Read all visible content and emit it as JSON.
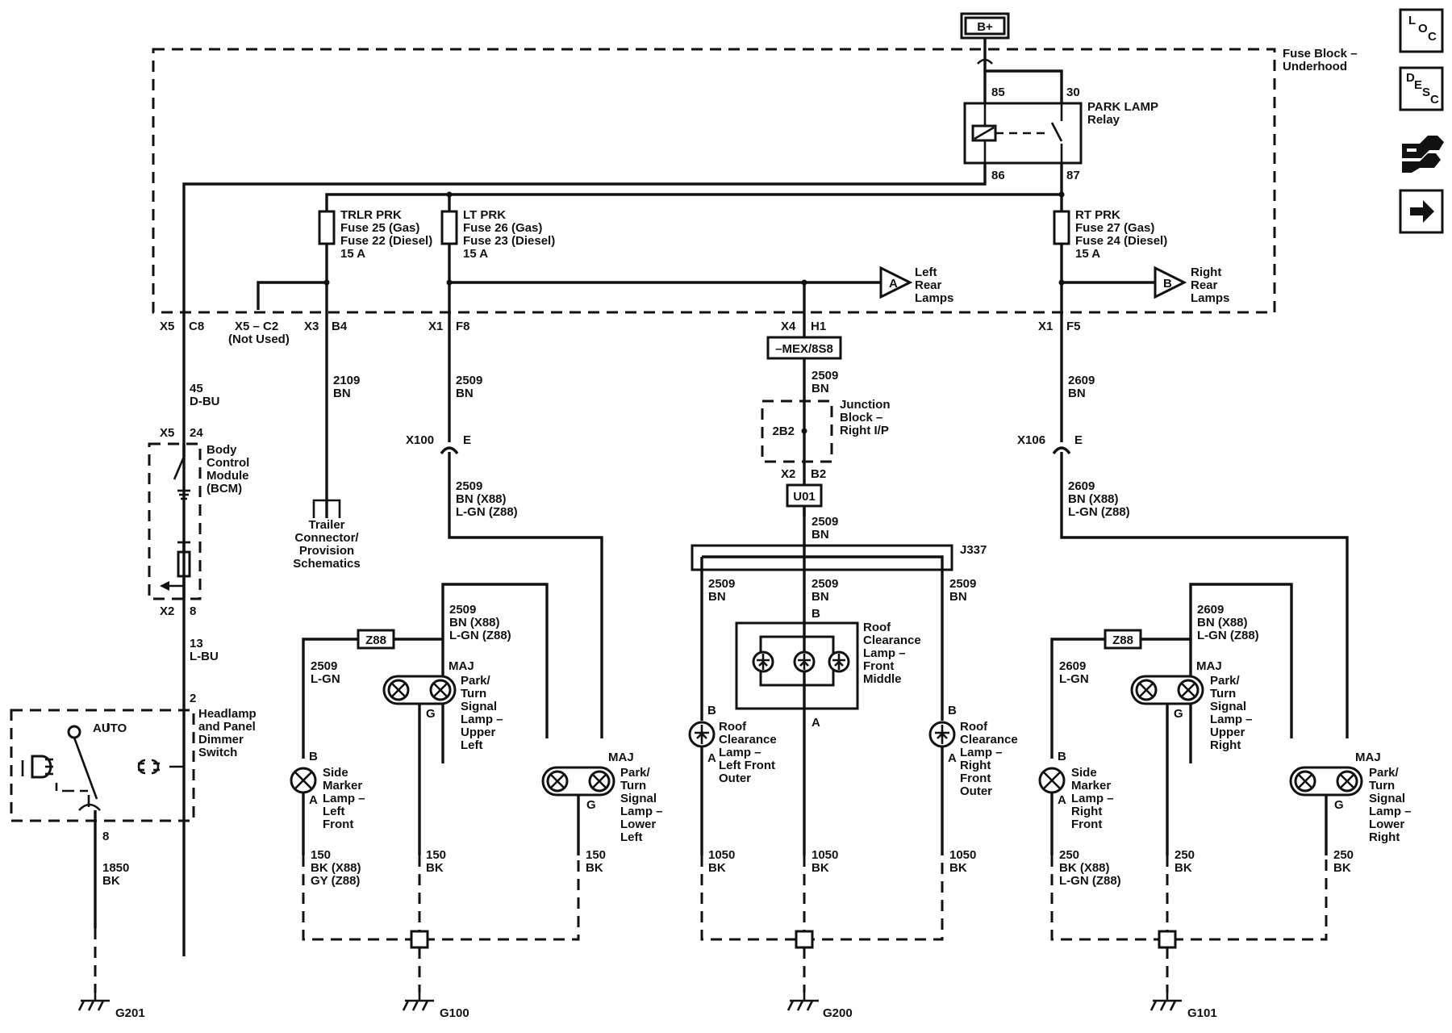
{
  "power": "B+",
  "fuse_block": {
    "label_line1": "Fuse Block –",
    "label_line2": "Underhood"
  },
  "relay": {
    "line1": "PARK LAMP",
    "line2": "Relay",
    "pin85": "85",
    "pin30": "30",
    "pin86": "86",
    "pin87": "87"
  },
  "fuses": [
    {
      "name": "TRLR PRK",
      "l1": "Fuse 25 (Gas)",
      "l2": "Fuse 22 (Diesel)",
      "rating": "15 A"
    },
    {
      "name": "LT PRK",
      "l1": "Fuse 26 (Gas)",
      "l2": "Fuse 23 (Diesel)",
      "rating": "15 A"
    },
    {
      "name": "RT PRK",
      "l1": "Fuse 27 (Gas)",
      "l2": "Fuse 24 (Diesel)",
      "rating": "15 A"
    }
  ],
  "refs": {
    "left_letter": "A",
    "left_l1": "Left",
    "left_l2": "Rear",
    "left_l3": "Lamps",
    "right_letter": "B",
    "right_l1": "Right",
    "right_l2": "Rear",
    "right_l3": "Lamps"
  },
  "connectors": {
    "x5": "X5",
    "c8": "C8",
    "x5c2": "X5 – C2",
    "not_used": "(Not Used)",
    "x3": "X3",
    "b4": "B4",
    "x1a": "X1",
    "f8": "F8",
    "x4": "X4",
    "h1": "H1",
    "x1b": "X1",
    "f5": "F5",
    "x5b": "X5",
    "p24": "24",
    "x2": "X2",
    "p8": "8",
    "p2": "2",
    "p8b": "8",
    "x100": "X100",
    "e1": "E",
    "x106": "X106",
    "e2": "E",
    "x2b": "X2",
    "b2": "B2",
    "b2b": "2B2"
  },
  "option_box": "–MEX/8S8",
  "u01": "U01",
  "j337": "J337",
  "wires": {
    "w45": "45",
    "w45c": "D-BU",
    "w13": "13",
    "w13c": "L-BU",
    "w1850": "1850",
    "w1850c": "BK",
    "w2109": "2109",
    "w2109c": "BN",
    "w2509a": "2509",
    "w2509ac": "BN",
    "w2509b": "2509",
    "w2509bc1": "BN (X88)",
    "w2509bc2": "L-GN (Z88)",
    "w2509c": "2509",
    "w2509cc": "BN",
    "w2509d": "2509",
    "w2509dc": "BN",
    "w2509e": "2509",
    "w2509ec": "BN",
    "w2509f": "2509",
    "w2509fc": "BN",
    "w2509g": "2509",
    "w2509gc": "BN",
    "w2509h": "2509",
    "w2509hc1": "BN (X88)",
    "w2509hc2": "L-GN (Z88)",
    "w2509i": "2509",
    "w2509ic": "L-GN",
    "w2609a": "2609",
    "w2609ac": "BN",
    "w2609b": "2609",
    "w2609bc1": "BN (X88)",
    "w2609bc2": "L-GN (Z88)",
    "w2609c": "2609",
    "w2609cc1": "BN (X88)",
    "w2609cc2": "L-GN (Z88)",
    "w2609d": "2609",
    "w2609dc": "L-GN",
    "w150a": "150",
    "w150ac1": "BK (X88)",
    "w150ac2": "GY (Z88)",
    "w150b": "150",
    "w150bc": "BK",
    "w150c": "150",
    "w150cc": "BK",
    "w1050a": "1050",
    "w1050ac": "BK",
    "w1050b": "1050",
    "w1050bc": "BK",
    "w1050c": "1050",
    "w1050cc": "BK",
    "w250a": "250",
    "w250ac1": "BK (X88)",
    "w250ac2": "L-GN (Z88)",
    "w250b": "250",
    "w250bc": "BK",
    "w250c": "250",
    "w250cc": "BK"
  },
  "bcm": {
    "l1": "Body",
    "l2": "Control",
    "l3": "Module",
    "l4": "(BCM)"
  },
  "trailer": {
    "l1": "Trailer",
    "l2": "Connector/",
    "l3": "Provision",
    "l4": "Schematics"
  },
  "junction": {
    "l1": "Junction",
    "l2": "Block –",
    "l3": "Right I/P"
  },
  "headlamp_switch": {
    "l1": "Headlamp",
    "l2": "and Panel",
    "l3": "Dimmer",
    "l4": "Switch",
    "auto": "AUTO"
  },
  "z88": "Z88",
  "pins": {
    "maj": "MAJ",
    "g": "G",
    "a": "A",
    "b": "B"
  },
  "lamps": {
    "side_left": [
      "Side",
      "Marker",
      "Lamp –",
      "Left",
      "Front"
    ],
    "side_right": [
      "Side",
      "Marker",
      "Lamp –",
      "Right",
      "Front"
    ],
    "pt_ul": [
      "Park/",
      "Turn",
      "Signal",
      "Lamp –",
      "Upper",
      "Left"
    ],
    "pt_ll": [
      "Park/",
      "Turn",
      "Signal",
      "Lamp –",
      "Lower",
      "Left"
    ],
    "pt_ur": [
      "Park/",
      "Turn",
      "Signal",
      "Lamp –",
      "Upper",
      "Right"
    ],
    "pt_lr": [
      "Park/",
      "Turn",
      "Signal",
      "Lamp –",
      "Lower",
      "Right"
    ],
    "roof_mid": [
      "Roof",
      "Clearance",
      "Lamp –",
      "Front",
      "Middle"
    ],
    "roof_lf": [
      "Roof",
      "Clearance",
      "Lamp –",
      "Left Front",
      "Outer"
    ],
    "roof_rf": [
      "Roof",
      "Clearance",
      "Lamp –",
      "Right",
      "Front",
      "Outer"
    ]
  },
  "grounds": {
    "g201": "G201",
    "g100": "G100",
    "g200": "G200",
    "g101": "G101"
  },
  "nav_icons": {
    "loc": [
      "L",
      "O",
      "C"
    ],
    "desc": [
      "D",
      "E",
      "S",
      "C"
    ],
    "connector_icon": "connector-end-view-icon",
    "next_icon": "next-arrow-icon"
  }
}
